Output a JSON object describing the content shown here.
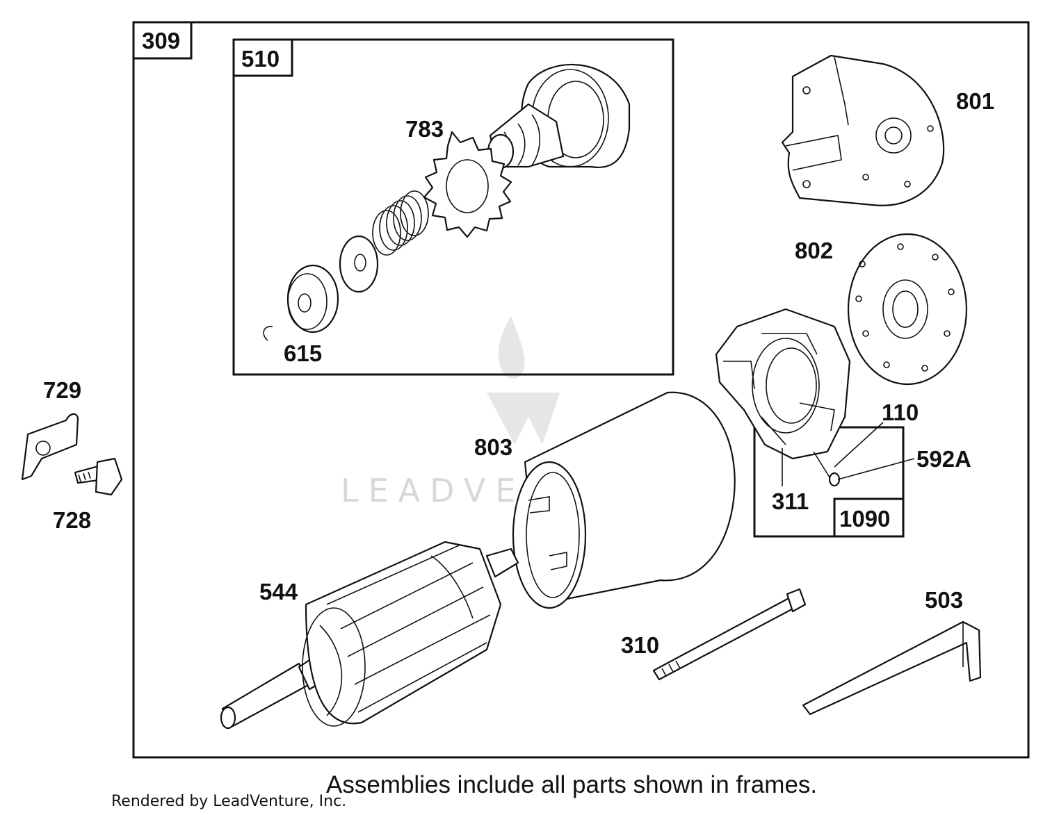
{
  "frames": {
    "outer": "309",
    "pinion_assembly": "510",
    "brush_assembly": "1090"
  },
  "parts": {
    "p783": "783",
    "p615": "615",
    "p801": "801",
    "p802": "802",
    "p110": "110",
    "p592a": "592A",
    "p311": "311",
    "p803": "803",
    "p544": "544",
    "p310": "310",
    "p503": "503",
    "p729": "729",
    "p728": "728"
  },
  "footer": {
    "note": "Assemblies include all parts shown in frames.",
    "credit": "Rendered by LeadVenture, Inc."
  },
  "watermark": "LEADVENTURE"
}
